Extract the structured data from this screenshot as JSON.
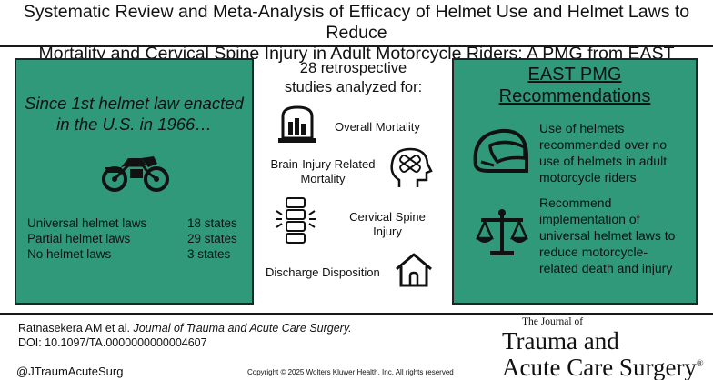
{
  "title": {
    "line1": "Systematic Review and Meta-Analysis of Efficacy of Helmet Use and Helmet Laws to Reduce",
    "line2": "Mortality and Cervical Spine Injury in Adult Motorcycle Riders: A PMG from EAST"
  },
  "left_panel": {
    "intro_line1": "Since 1st helmet law enacted",
    "intro_line2": "in the U.S. in 1966…",
    "icon": "motorcycle-icon",
    "laws": [
      {
        "label": "Universal helmet laws",
        "value": "18 states"
      },
      {
        "label": "Partial helmet laws",
        "value": "29 states"
      },
      {
        "label": "No helmet laws",
        "value": "3 states"
      }
    ]
  },
  "middle": {
    "heading_line1": "28 retrospective",
    "heading_line2": "studies analyzed for:",
    "items": [
      {
        "label": "Overall Mortality",
        "icon": "tombstone-icon"
      },
      {
        "label_line1": "Brain-Injury Related",
        "label_line2": "Mortality",
        "icon": "head-injury-icon"
      },
      {
        "label_line1": "Cervical Spine",
        "label_line2": "Injury",
        "icon": "spine-icon"
      },
      {
        "label": "Discharge Disposition",
        "icon": "house-icon"
      }
    ]
  },
  "right_panel": {
    "heading_line1": "EAST PMG",
    "heading_line2": "Recommendations",
    "recommendations": [
      {
        "lines": [
          "Use of helmets",
          "recommended over no",
          "use of helmets in adult",
          "motorcycle riders"
        ],
        "icon": "helmet-icon"
      },
      {
        "lines": [
          "Recommend",
          "implementation of",
          "universal helmet laws to",
          "reduce motorcycle-",
          "related death and injury"
        ],
        "icon": "scales-icon"
      }
    ]
  },
  "footer": {
    "citation_author": "Ratnasekera AM et al.",
    "citation_journal": "Journal of Trauma and Acute Care Surgery.",
    "doi": "DOI: 10.1097/TA.0000000000004607",
    "handle": "@JTraumAcuteSurg",
    "copyright": "Copyright © 2025  Wolters Kluwer Health, Inc. All rights reserved",
    "logo_small": "The Journal of",
    "logo_line1": "Trauma and",
    "logo_line2": "Acute Care Surgery",
    "logo_mark": "®"
  },
  "colors": {
    "panel_green": "#30997a",
    "text": "#111111"
  }
}
